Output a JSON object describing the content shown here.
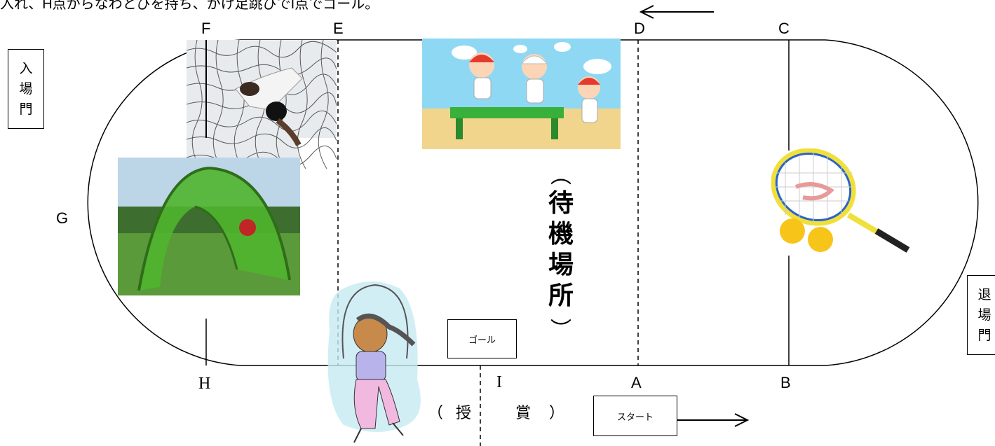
{
  "instruction": "入れ、H点からなわとびを持ち、かけ足跳びでI点でゴール。",
  "points": {
    "A": "A",
    "B": "B",
    "C": "C",
    "D": "D",
    "E": "E",
    "F": "F",
    "G": "G",
    "H": "H",
    "I": "I"
  },
  "gates": {
    "entrance": [
      "入",
      "場",
      "門"
    ],
    "exit": [
      "退",
      "場",
      "門"
    ]
  },
  "waiting_area": {
    "open": "︵",
    "chars": [
      "待",
      "機",
      "場",
      "所"
    ],
    "close": "︶"
  },
  "award": {
    "open": "（",
    "left": "授",
    "right": "賞",
    "close": "）"
  },
  "goal_label": "ゴール",
  "start_label": "スタート",
  "colors": {
    "line": "#000000",
    "net_bg": "#e8ebee",
    "sky": "#8fd8f3",
    "sand": "#f1d58c",
    "grass": "#5b9a3a",
    "tent": "#4fb52d",
    "racket_yellow": "#f1e03a",
    "ball": "#f7c51a"
  }
}
